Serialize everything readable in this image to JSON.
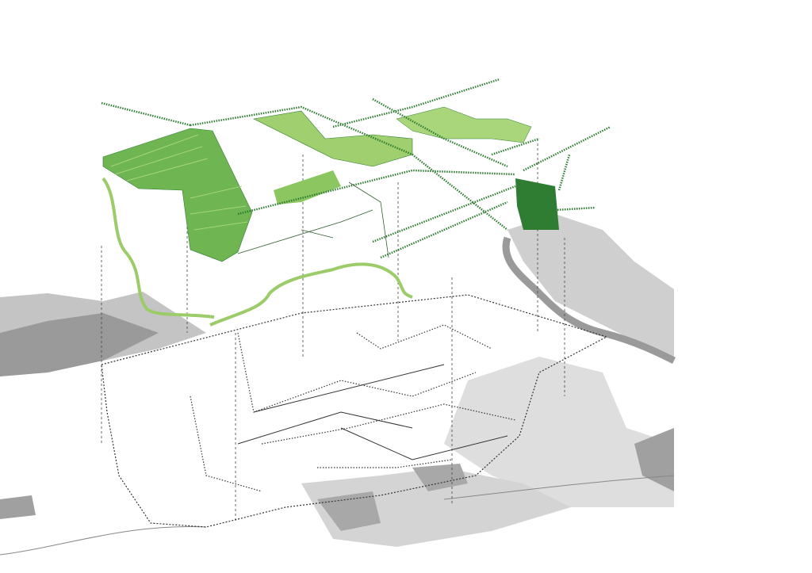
{
  "colors": {
    "background": "#ffffff",
    "terrain_dark": "#9e9e9e",
    "terrain_mid": "#bdbdbd",
    "terrain_light": "#e0e0e0",
    "green_light": "#b5d98a",
    "green_mid": "#7cbf5a",
    "green_dark": "#2f7d32",
    "line": "#333333"
  },
  "layers": [
    "base-terrain",
    "boundary-layer",
    "green-network-layer",
    "projection-lines"
  ]
}
